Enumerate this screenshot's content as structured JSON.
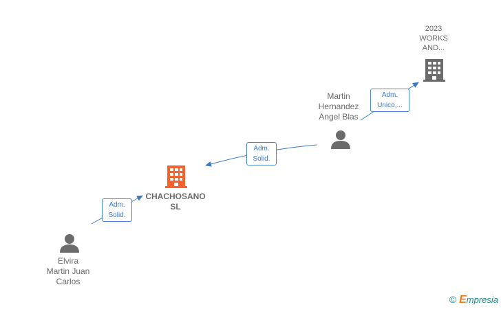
{
  "nodes": {
    "company_2023": {
      "lines": [
        "2023",
        "WORKS",
        "AND..."
      ],
      "icon": "building-icon",
      "color": "#6b6b6b"
    },
    "person_martin": {
      "lines": [
        "Martin",
        "Hernandez",
        "Angel Blas"
      ],
      "icon": "person-icon"
    },
    "company_chachosano": {
      "lines": [
        "CHACHOSANO",
        "SL"
      ],
      "icon": "building-icon",
      "color": "#f4622e"
    },
    "person_elvira": {
      "lines": [
        "Elvira",
        "Martin Juan",
        "Carlos"
      ],
      "icon": "person-icon"
    }
  },
  "edges": {
    "martin_to_2023": {
      "lines": [
        "Adm.",
        "Unico,..."
      ]
    },
    "martin_to_chachosano": {
      "lines": [
        "Adm.",
        "Solid."
      ]
    },
    "elvira_to_chachosano": {
      "lines": [
        "Adm.",
        "Solid."
      ]
    }
  },
  "footer": {
    "copyright": "©",
    "brand_initial": "E",
    "brand_rest": "mpresia"
  },
  "colors": {
    "edge": "#3a78c8",
    "accent": "#f4622e",
    "node_text": "#6b6b6b"
  }
}
